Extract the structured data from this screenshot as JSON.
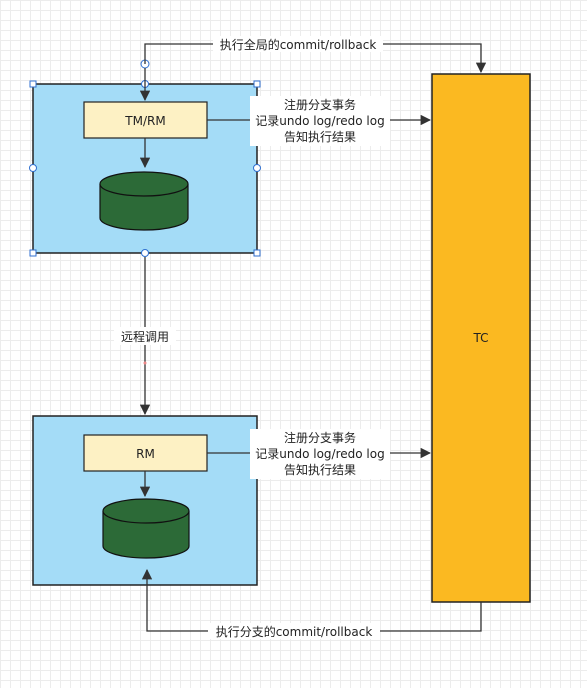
{
  "labels": {
    "top_global": "执行全局的commit/rollback",
    "tm_rm": "TM/RM",
    "rm": "RM",
    "tc": "TC",
    "remote_call": "远程调用",
    "bottom_branch": "执行分支的commit/rollback",
    "side_top": [
      "注册分支事务",
      "记录undo log/redo log",
      "告知执行结果"
    ],
    "side_bottom": [
      "注册分支事务",
      "记录undo log/redo log",
      "告知执行结果"
    ]
  },
  "colors": {
    "service_box": "#a4dcf7",
    "component_box": "#fdf1c4",
    "database": "#2c6a37",
    "tc_box": "#fbb921",
    "stroke": "#333333",
    "selection": "#2f6fd0"
  }
}
